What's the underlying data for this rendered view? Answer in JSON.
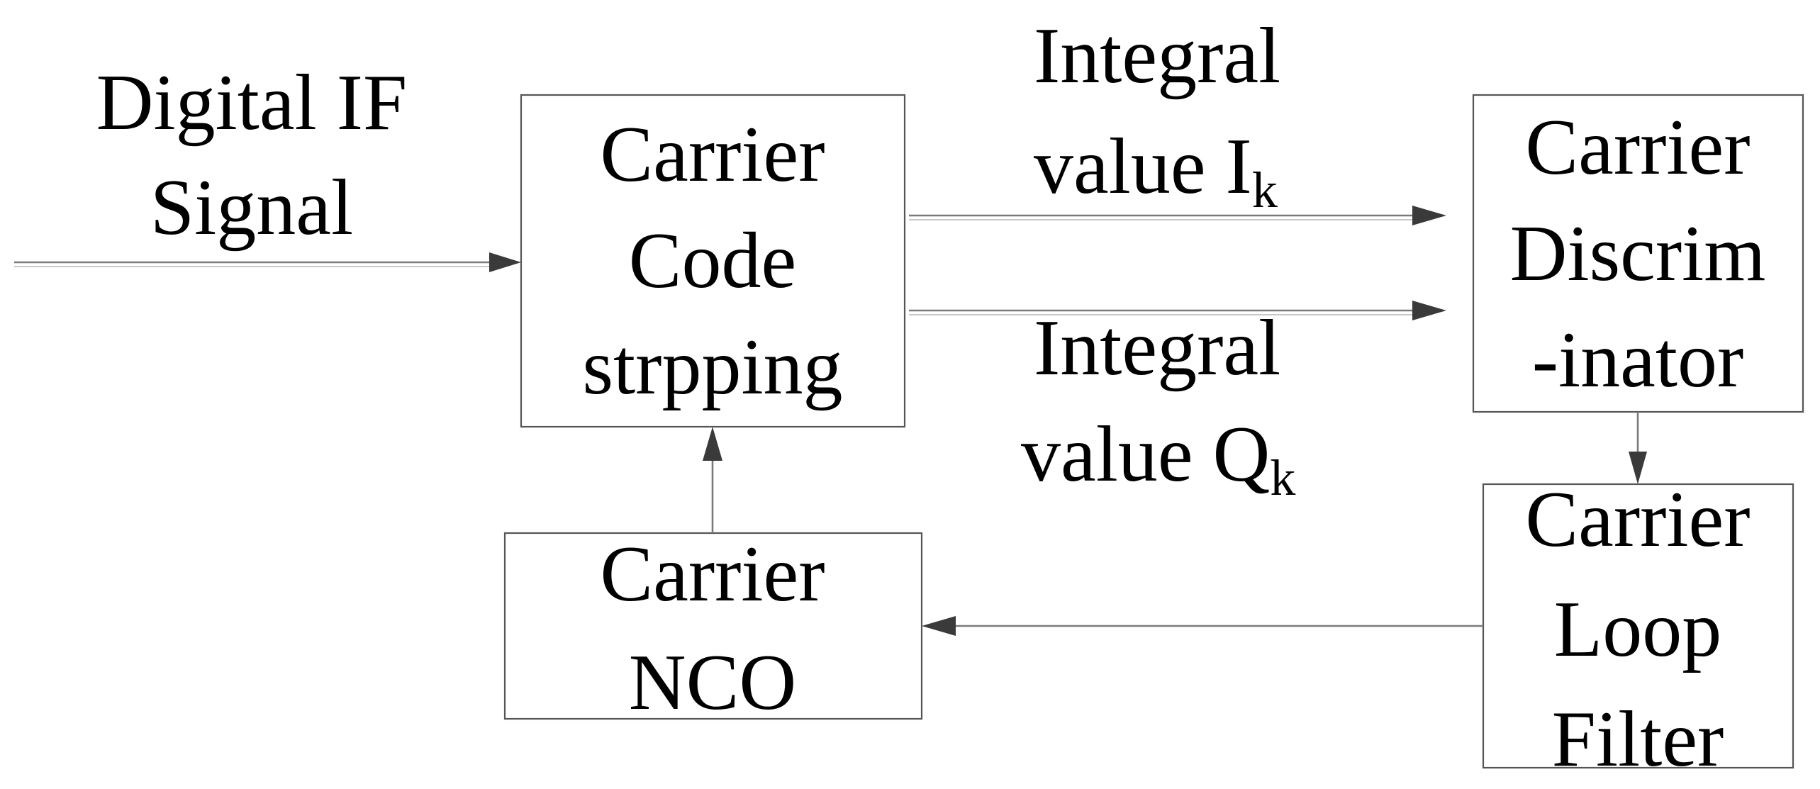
{
  "blocks": {
    "stripping": {
      "lines": [
        "Carrier",
        "Code",
        "strpping"
      ]
    },
    "discriminator": {
      "lines": [
        "Carrier",
        "Discrim",
        "-inator"
      ]
    },
    "loop_filter": {
      "lines": [
        "Carrier",
        "Loop",
        "Filter"
      ]
    },
    "nco": {
      "lines": [
        "Carrier",
        "NCO"
      ]
    }
  },
  "labels": {
    "input": {
      "lines": [
        "Digital IF",
        "Signal"
      ]
    },
    "i_value": {
      "line1": "Integral",
      "line2": "value I",
      "subscript": "k"
    },
    "q_value": {
      "line1": "Integral",
      "line2": "value Q",
      "subscript": "k"
    }
  }
}
